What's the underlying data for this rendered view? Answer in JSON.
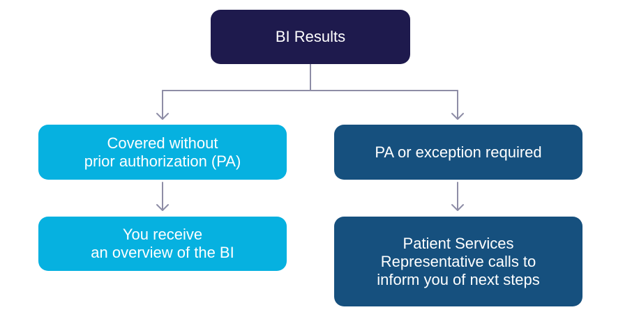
{
  "diagram": {
    "colors": {
      "root": "#1e1a4d",
      "covered_branch": "#06b1e0",
      "required_branch": "#16507e",
      "connector": "#8e8da6"
    },
    "root": {
      "label": "BI Results"
    },
    "left": {
      "title": "Covered without\nprior authorization (PA)",
      "outcome": "You receive\nan overview of the BI"
    },
    "right": {
      "title": "PA or exception required",
      "outcome": "Patient Services\nRepresentative calls to\ninform you of next steps"
    }
  }
}
